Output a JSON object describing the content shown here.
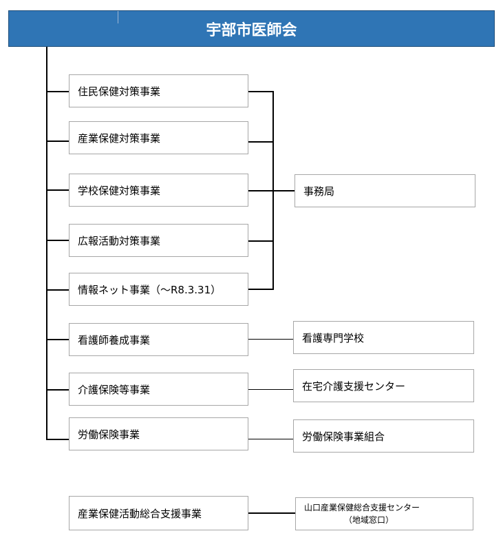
{
  "title": "宇部市医師会",
  "left_items": [
    {
      "label": "住民保健対策事業"
    },
    {
      "label": "産業保健対策事業"
    },
    {
      "label": "学校保健対策事業"
    },
    {
      "label": "広報活動対策事業"
    },
    {
      "label": "情報ネット事業（～R8.3.31）"
    },
    {
      "label": "看護師養成事業"
    },
    {
      "label": "介護保険等事業"
    },
    {
      "label": "労働保険事業"
    }
  ],
  "right_items": [
    {
      "label": "事務局"
    },
    {
      "label": "看護専門学校"
    },
    {
      "label": "在宅介護支援センター"
    },
    {
      "label": "労働保険事業組合"
    }
  ],
  "bottom": {
    "left_label": "産業保健活動総合支援事業",
    "right_line1": "山口産業保健総合支援センター",
    "right_line2": "（地域窓口）"
  }
}
